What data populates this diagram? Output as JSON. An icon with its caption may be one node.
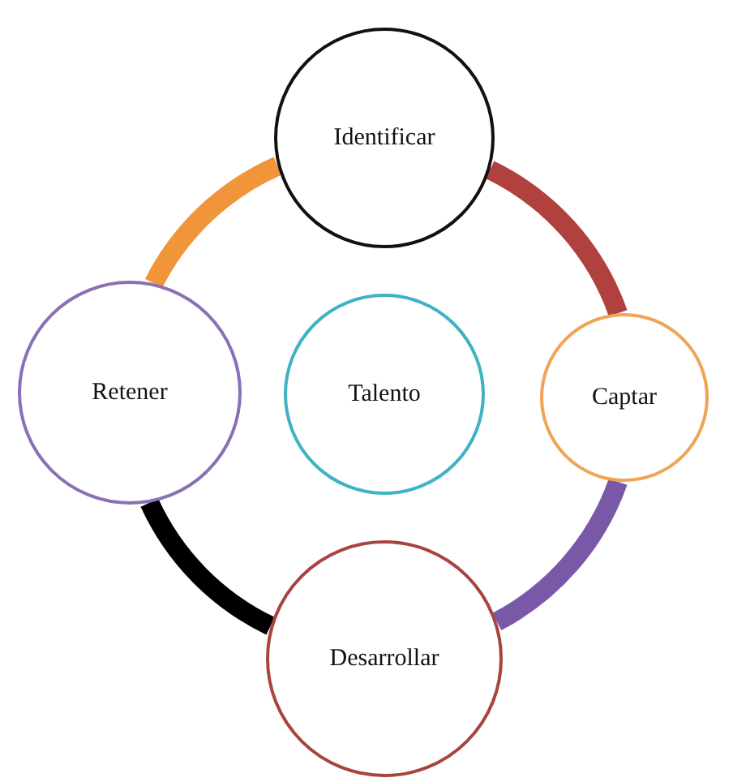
{
  "diagram": {
    "nodes": [
      {
        "text": [
          "Identificar"
        ]
      },
      {
        "text": [
          "Captar"
        ]
      },
      {
        "text": [
          "Desarrollar"
        ]
      },
      {
        "text": [
          "Retener"
        ]
      },
      {
        "text": [
          "Talento"
        ]
      }
    ],
    "edges": [
      {
        "from": 0,
        "to": 1,
        "arrow": "none",
        "color": "#b0413e"
      },
      {
        "from": 1,
        "to": 2,
        "arrow": "none",
        "color": "#7a58a8"
      },
      {
        "from": 2,
        "to": 3,
        "arrow": "none",
        "color": "#000000"
      },
      {
        "from": 3,
        "to": 0,
        "arrow": "none",
        "color": "#f0953a"
      }
    ]
  }
}
